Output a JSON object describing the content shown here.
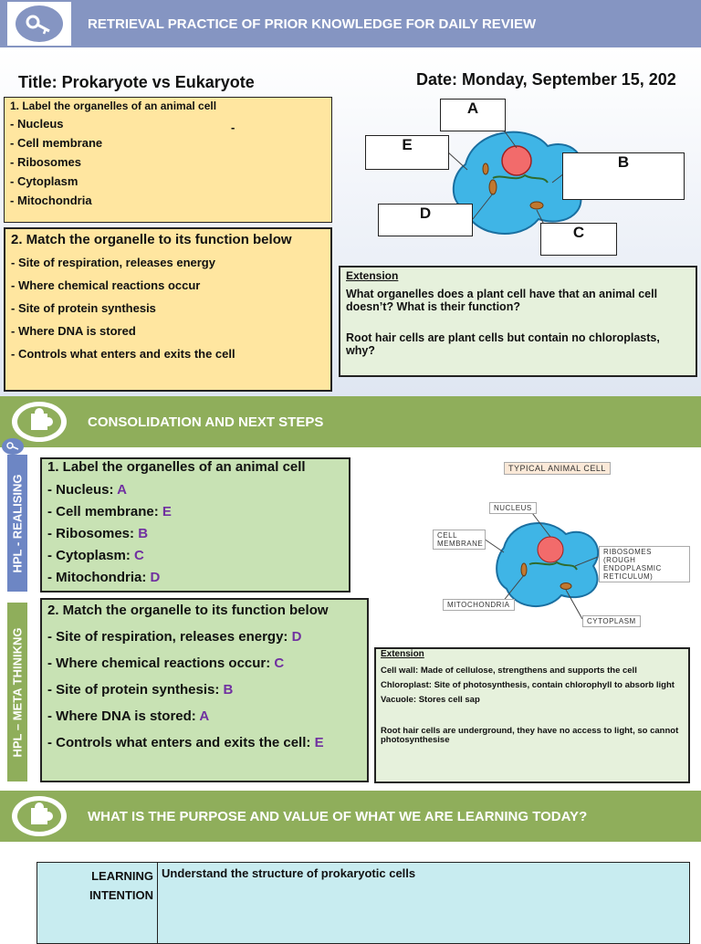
{
  "header": {
    "title": "RETRIEVAL PRACTICE OF PRIOR KNOWLEDGE FOR DAILY REVIEW",
    "lesson_title": "Title: Prokaryote vs Eukaryote",
    "date": "Date: Monday, September 15, 202"
  },
  "retrieval": {
    "q1_title": "1. Label the organelles of an animal cell",
    "q1_items": [
      "-  Nucleus",
      "- Cell membrane",
      "- Ribosomes",
      "-  Cytoplasm",
      "-  Mitochondria"
    ],
    "q1_dash": "-",
    "q2_title": "2. Match the organelle to its function below",
    "q2_items": [
      "-  Site of respiration, releases energy",
      "-  Where chemical reactions occur",
      "-  Site of protein synthesis",
      "-  Where DNA is stored",
      "-  Controls what enters and exits the cell"
    ],
    "labels": [
      "A",
      "B",
      "C",
      "D",
      "E"
    ],
    "extension_title": "Extension",
    "extension_q1": "What organelles does a plant cell have that an animal cell doesn’t? What is their function?",
    "extension_q2": "Root hair cells are plant cells but contain no chloroplasts, why?"
  },
  "consolidation": {
    "title": "CONSOLIDATION AND NEXT STEPS",
    "side1": "HPL - REALISING",
    "side2": "HPL – META THINIKNG",
    "q1_title": "1. Label the organelles of an animal cell",
    "q1_items": [
      {
        "text": "-  Nucleus: ",
        "ans": "A"
      },
      {
        "text": "- Cell membrane: ",
        "ans": "E"
      },
      {
        "text": "- Ribosomes: ",
        "ans": "B"
      },
      {
        "text": "-  Cytoplasm: ",
        "ans": "C"
      },
      {
        "text": "-  Mitochondria: ",
        "ans": "D"
      }
    ],
    "q2_title": "2. Match the organelle to its function below",
    "q2_items": [
      {
        "text": "-  Site of respiration, releases energy: ",
        "ans": "D"
      },
      {
        "text": "-  Where chemical reactions occur: ",
        "ans": "C"
      },
      {
        "text": "-  Site of protein synthesis: ",
        "ans": "B"
      },
      {
        "text": "-  Where DNA is stored: ",
        "ans": "A"
      },
      {
        "text": "-  Controls what enters and exits the cell: ",
        "ans": "E"
      }
    ],
    "diagram": {
      "title": "TYPICAL ANIMAL CELL",
      "nucleus": "NUCLEUS",
      "membrane": "CELL MEMBRANE",
      "ribosomes": "RIBOSOMES (ROUGH ENDOPLASMIC RETICULUM)",
      "mitochondria": "MITOCHONDRIA",
      "cytoplasm": "CYTOPLASM"
    },
    "extension_title": "Extension",
    "extension_lines": [
      "Cell wall: Made of cellulose, strengthens and supports the cell",
      "Chloroplast: Site of photosynthesis, contain chlorophyll to absorb light",
      "Vacuole: Stores cell sap",
      "Root hair cells are underground, they have no access to light, so cannot photosynthesise"
    ]
  },
  "purpose": {
    "title": "WHAT IS THE PURPOSE AND VALUE OF WHAT WE ARE LEARNING TODAY?",
    "row_label": "LEARNING INTENTION",
    "row_value": "Understand the structure of prokaryotic cells"
  }
}
